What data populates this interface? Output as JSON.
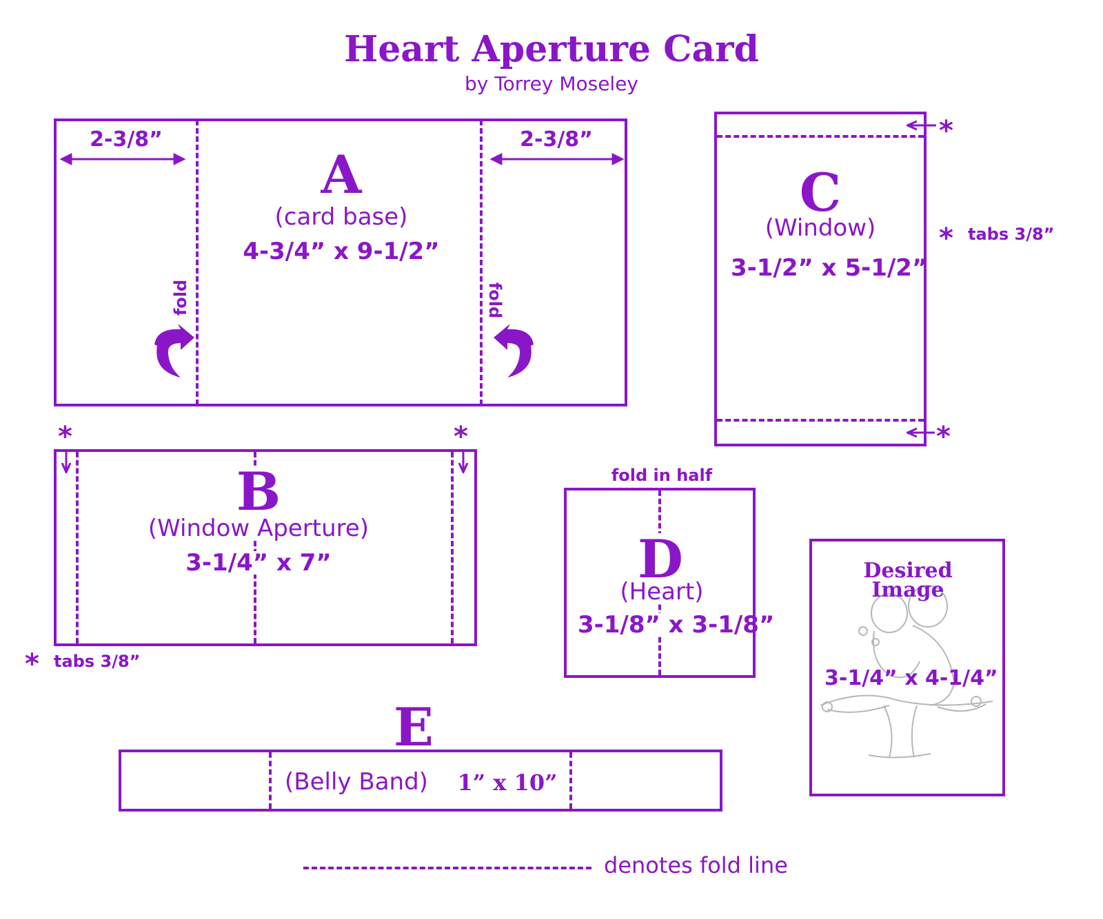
{
  "header": {
    "title": "Heart Aperture Card",
    "byline": "by Torrey Moseley"
  },
  "panel_a": {
    "letter": "A",
    "name": "(card base)",
    "size": "4-3/4” x 9-1/2”",
    "left_dimension": "2-3/8”",
    "right_dimension": "2-3/8”",
    "left_fold_label": "fold",
    "right_fold_label": "fold"
  },
  "panel_b": {
    "letter": "B",
    "name": "(Window Aperture)",
    "size": "3-1/4” x 7”",
    "tab_star": "*",
    "tab_note": "tabs 3/8”"
  },
  "panel_c": {
    "letter": "C",
    "name": "(Window)",
    "size": "3-1/2” x 5-1/2”",
    "tab_star": "*",
    "tab_note": "tabs 3/8”"
  },
  "panel_d": {
    "letter": "D",
    "name": "(Heart)",
    "size": "3-1/8” x 3-1/8”",
    "fold_note": "fold in half"
  },
  "panel_e": {
    "letter": "E",
    "name": "(Belly Band)",
    "size": "1” x 10”"
  },
  "image_panel": {
    "title_line1": "Desired",
    "title_line2": "Image",
    "size": "3-1/4” x 4-1/4”"
  },
  "legend": {
    "text": "denotes fold line"
  },
  "colors": {
    "accent": "#8a16c8"
  }
}
